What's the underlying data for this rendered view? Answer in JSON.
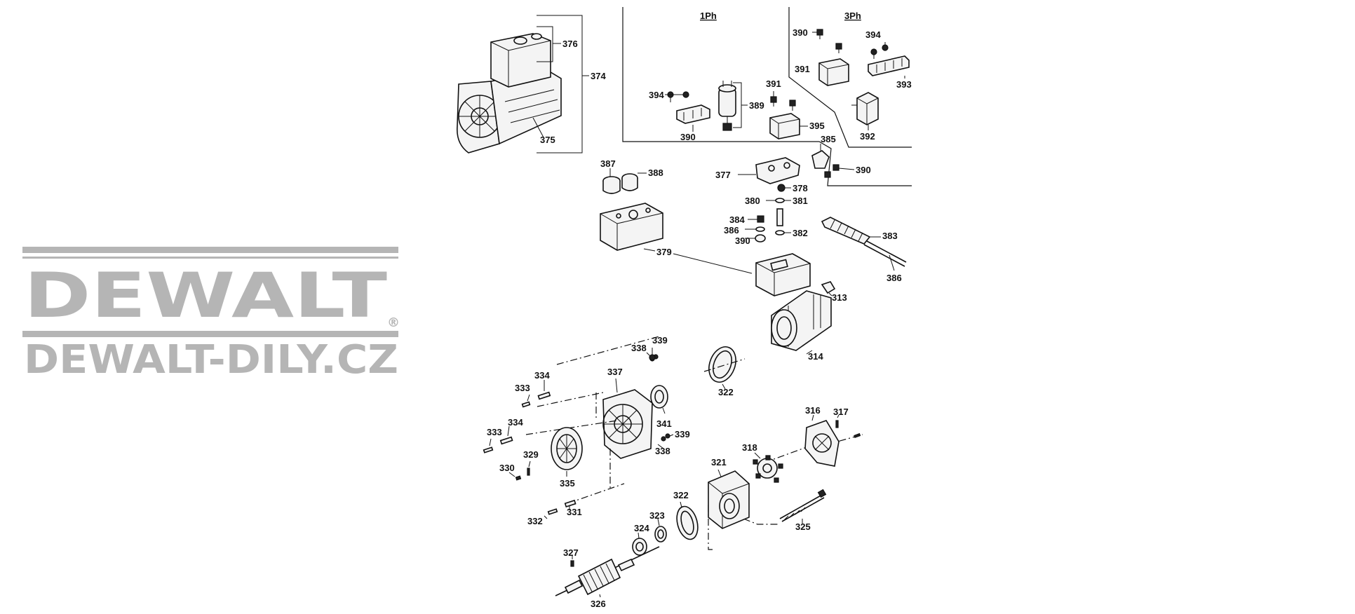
{
  "watermark": {
    "brand": "DEWALT",
    "registered_mark": "®",
    "site": "DEWALT-DILY.CZ",
    "color": "#b5b5b5"
  },
  "diagram": {
    "section_headers": {
      "single_phase": "1Ph",
      "three_phase": "3Ph"
    },
    "callouts": [
      {
        "id": "c376",
        "text": "376"
      },
      {
        "id": "c374",
        "text": "374"
      },
      {
        "id": "c375",
        "text": "375"
      },
      {
        "id": "c394a",
        "text": "394"
      },
      {
        "id": "c389",
        "text": "389"
      },
      {
        "id": "c390a",
        "text": "390"
      },
      {
        "id": "c391a",
        "text": "391"
      },
      {
        "id": "c395",
        "text": "395"
      },
      {
        "id": "c390b",
        "text": "390"
      },
      {
        "id": "c394b",
        "text": "394"
      },
      {
        "id": "c391b",
        "text": "391"
      },
      {
        "id": "c393",
        "text": "393"
      },
      {
        "id": "c392",
        "text": "392"
      },
      {
        "id": "c385",
        "text": "385"
      },
      {
        "id": "c390c",
        "text": "390"
      },
      {
        "id": "c377",
        "text": "377"
      },
      {
        "id": "c378",
        "text": "378"
      },
      {
        "id": "c380",
        "text": "380"
      },
      {
        "id": "c381",
        "text": "381"
      },
      {
        "id": "c384",
        "text": "384"
      },
      {
        "id": "c386a",
        "text": "386"
      },
      {
        "id": "c390d",
        "text": "390"
      },
      {
        "id": "c382",
        "text": "382"
      },
      {
        "id": "c383",
        "text": "383"
      },
      {
        "id": "c386b",
        "text": "386"
      },
      {
        "id": "c387",
        "text": "387"
      },
      {
        "id": "c388",
        "text": "388"
      },
      {
        "id": "c379",
        "text": "379"
      },
      {
        "id": "c313",
        "text": "313"
      },
      {
        "id": "c314",
        "text": "314"
      },
      {
        "id": "c339a",
        "text": "339"
      },
      {
        "id": "c338a",
        "text": "338"
      },
      {
        "id": "c322a",
        "text": "322"
      },
      {
        "id": "c334a",
        "text": "334"
      },
      {
        "id": "c333a",
        "text": "333"
      },
      {
        "id": "c337",
        "text": "337"
      },
      {
        "id": "c341",
        "text": "341"
      },
      {
        "id": "c334b",
        "text": "334"
      },
      {
        "id": "c333b",
        "text": "333"
      },
      {
        "id": "c339b",
        "text": "339"
      },
      {
        "id": "c338b",
        "text": "338"
      },
      {
        "id": "c329",
        "text": "329"
      },
      {
        "id": "c330",
        "text": "330"
      },
      {
        "id": "c335",
        "text": "335"
      },
      {
        "id": "c316",
        "text": "316"
      },
      {
        "id": "c317",
        "text": "317"
      },
      {
        "id": "c318",
        "text": "318"
      },
      {
        "id": "c321",
        "text": "321"
      },
      {
        "id": "c322b",
        "text": "322"
      },
      {
        "id": "c323",
        "text": "323"
      },
      {
        "id": "c324",
        "text": "324"
      },
      {
        "id": "c325",
        "text": "325"
      },
      {
        "id": "c332",
        "text": "332"
      },
      {
        "id": "c331",
        "text": "331"
      },
      {
        "id": "c327",
        "text": "327"
      },
      {
        "id": "c326",
        "text": "326"
      }
    ]
  }
}
